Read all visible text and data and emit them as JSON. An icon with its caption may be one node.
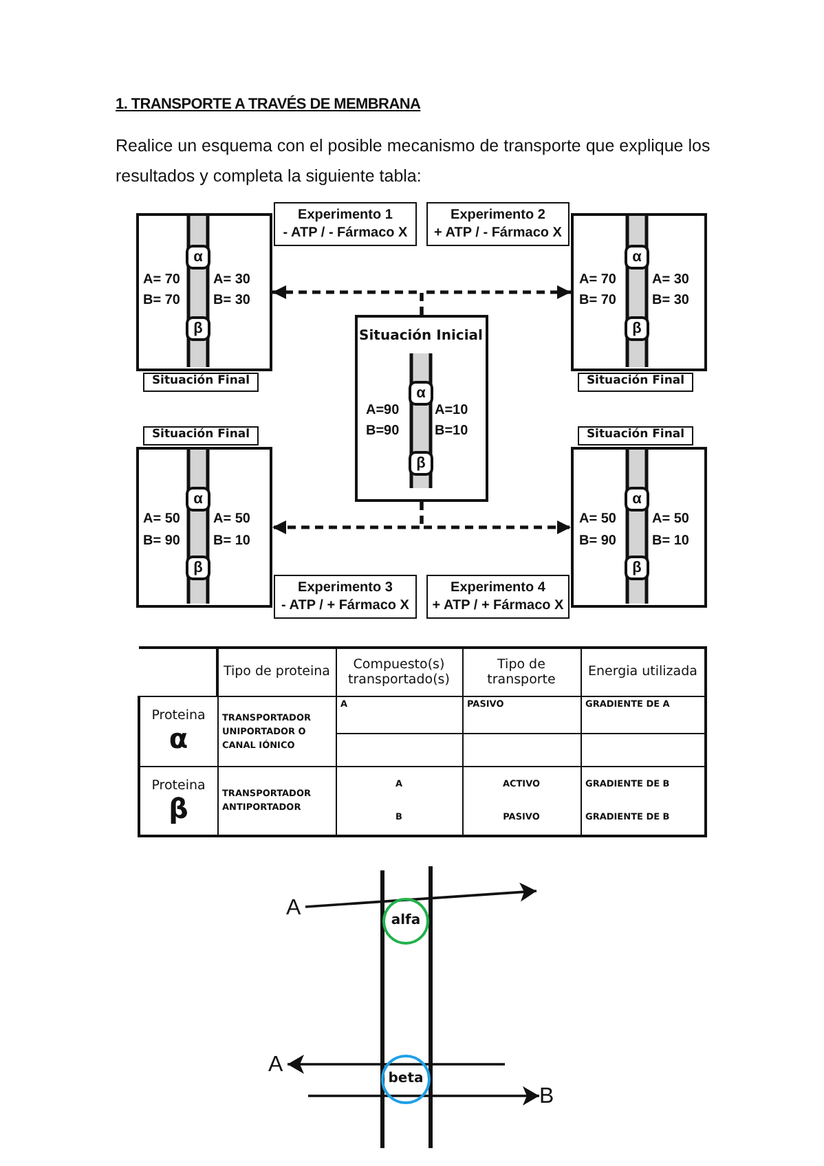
{
  "diagram": {
    "title": "1. TRANSPORTE A TRAVÉS DE MEMBRANA",
    "nodes": [
      {
        "text": [
          "Experimento 1",
          "- ATP / - Fármaco X"
        ]
      },
      {
        "text": [
          "Experimento 2",
          "+ ATP / - Fármaco X"
        ]
      },
      {
        "text": [
          "A= 70",
          "B= 70",
          "A= 30",
          "B= 30"
        ]
      },
      {
        "text": [
          "α"
        ],
        "in": 2
      },
      {
        "text": [
          "β"
        ],
        "in": 2
      },
      {
        "text": [
          "A= 70",
          "B= 70",
          "A= 30",
          "B= 30"
        ]
      },
      {
        "text": [
          "α"
        ],
        "in": 5
      },
      {
        "text": [
          "β"
        ],
        "in": 5
      },
      {
        "text": [
          "Situación Final"
        ]
      },
      {
        "text": [
          "Situación Final"
        ]
      },
      {
        "text": [
          "Situación Inicial",
          "A=90",
          "B=90",
          "A=10",
          "B=10"
        ]
      },
      {
        "text": [
          "α"
        ],
        "in": 10
      },
      {
        "text": [
          "β"
        ],
        "in": 10
      },
      {
        "text": [
          "Situación Final"
        ]
      },
      {
        "text": [
          "Situación Final"
        ]
      },
      {
        "text": [
          "A= 50",
          "B= 90",
          "A= 50",
          "B= 10"
        ]
      },
      {
        "text": [
          "α"
        ],
        "in": 15
      },
      {
        "text": [
          "β"
        ],
        "in": 15
      },
      {
        "text": [
          "A= 50",
          "B= 90",
          "A= 50",
          "B= 10"
        ]
      },
      {
        "text": [
          "α"
        ],
        "in": 18
      },
      {
        "text": [
          "β"
        ],
        "in": 18
      },
      {
        "text": [
          "Experimento 3",
          "- ATP / + Fármaco X"
        ]
      },
      {
        "text": [
          "Experimento 4",
          "+ ATP / + Fármaco X"
        ]
      },
      {
        "text": [
          "A"
        ]
      },
      {
        "text": [
          "alfa"
        ]
      },
      {
        "text": [
          "A"
        ]
      },
      {
        "text": [
          "beta"
        ]
      },
      {
        "text": [
          "B"
        ]
      }
    ],
    "edges": [
      {
        "from": 10,
        "to": 2,
        "arrow": "to",
        "style": "dashed"
      },
      {
        "from": 10,
        "to": 5,
        "arrow": "to",
        "style": "dashed"
      },
      {
        "from": 10,
        "to": 15,
        "arrow": "to",
        "style": "dashed"
      },
      {
        "from": 10,
        "to": 18,
        "arrow": "to",
        "style": "dashed"
      },
      {
        "from": 23,
        "to": null,
        "arrow": "to"
      },
      {
        "from": null,
        "to": 25,
        "arrow": "to"
      },
      {
        "from": null,
        "to": 27,
        "arrow": "to"
      }
    ],
    "labels": [
      "Realice un esquema con el posible mecanismo de transporte que explique los resultados y completa la siguiente tabla:",
      "Tipo de proteina",
      "Compuesto(s) transportado(s)",
      "Tipo de transporte",
      "Energia utilizada",
      "Proteina",
      "α",
      "TRANSPORTADOR UNIPORTADOR O CANAL IÓNICO",
      "A",
      "PASIVO",
      "GRADIENTE DE A",
      "Proteina",
      "β",
      "TRANSPORTADOR ANTIPORTADOR",
      "A",
      "ACTIVO",
      "GRADIENTE DE B",
      "B",
      "PASIVO",
      "GRADIENTE DE B"
    ]
  }
}
